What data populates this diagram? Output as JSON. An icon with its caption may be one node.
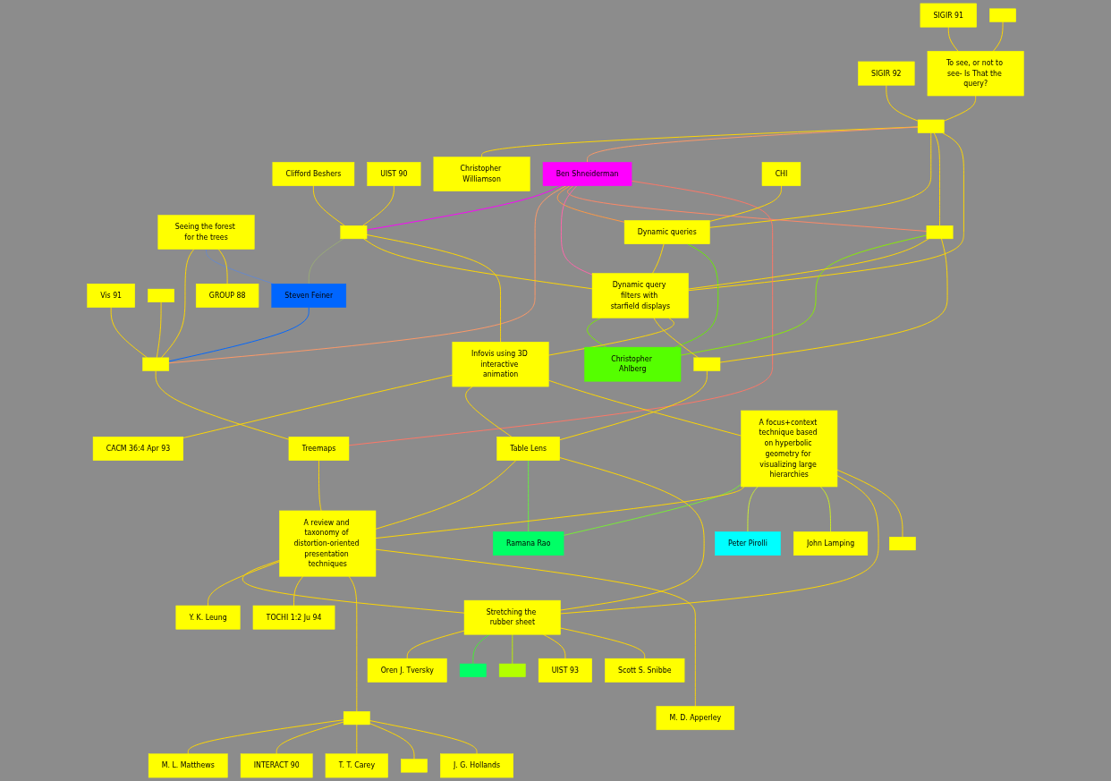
{
  "diagram": {
    "nodes": [
      {
        "text": [
          "Vis 91"
        ]
      },
      {
        "text": [],
        "shape": "box"
      },
      {
        "text": [
          "SIGIR 91"
        ]
      },
      {
        "text": [
          "Seeing the forest for the trees"
        ]
      },
      {
        "text": [
          "SIGIR 92"
        ]
      },
      {
        "text": [
          "Clifford Beshers"
        ]
      },
      {
        "text": [
          "GROUP 88"
        ]
      },
      {
        "text": [
          "UIST 90"
        ]
      },
      {
        "text": [
          "To see, or not to see- Is That the query?"
        ]
      },
      {
        "text": [],
        "shape": "box"
      },
      {
        "text": [
          "Steven Feiner"
        ]
      },
      {
        "text": [],
        "shape": "box"
      },
      {
        "text": [],
        "shape": "box"
      },
      {
        "text": [
          "Ben Shneiderman"
        ]
      },
      {
        "text": [],
        "shape": "box"
      },
      {
        "text": [
          "Christopher Williamson"
        ]
      },
      {
        "text": [
          "Treemaps"
        ]
      },
      {
        "text": [
          "M. L. Matthews"
        ]
      },
      {
        "text": [
          "Dynamic queries"
        ]
      },
      {
        "text": [
          "Dynamic query filters with starfield displays"
        ]
      },
      {
        "text": [
          "Y. K. Leung"
        ]
      },
      {
        "text": [],
        "shape": "box"
      },
      {
        "text": [
          "INTERACT 90"
        ]
      },
      {
        "text": [
          "CHI"
        ]
      },
      {
        "text": [
          "Christopher Ahlberg"
        ]
      },
      {
        "text": [
          "TOCHI 1:2 Ju 94"
        ]
      },
      {
        "text": [
          "T. T. Carey"
        ]
      },
      {
        "text": [],
        "shape": "box"
      },
      {
        "text": [
          "Infovis using 3D interactive animation"
        ]
      },
      {
        "text": [],
        "shape": "box"
      },
      {
        "text": [
          "A review and taxonomy of distortion-oriented presentation techniques"
        ]
      },
      {
        "text": [],
        "shape": "box"
      },
      {
        "text": [
          "M. D. Apperley"
        ]
      },
      {
        "text": [
          "J. G. Hollands"
        ]
      },
      {
        "text": [
          "Table Lens"
        ]
      },
      {
        "text": [
          "CACM 36:4 Apr 93"
        ]
      },
      {
        "text": [
          "A focus+context technique based on hyperbolic geometry for visualizing large hierarchies"
        ]
      },
      {
        "text": [
          "Peter Pirolli"
        ]
      },
      {
        "text": [
          "Ramana Rao"
        ]
      },
      {
        "text": [
          "John Lamping"
        ]
      },
      {
        "text": [
          "Stretching the rubber sheet"
        ]
      },
      {
        "text": [],
        "shape": "box"
      },
      {
        "text": [
          "Oren J. Tversky"
        ]
      },
      {
        "text": [
          "Scott S. Snibbe"
        ]
      },
      {
        "text": [],
        "shape": "box"
      },
      {
        "text": [
          "UIST 93"
        ]
      },
      {
        "text": [],
        "shape": "box"
      }
    ],
    "edges": [
      {
        "from": 2,
        "to": 8,
        "arrow": "none"
      },
      {
        "from": 9,
        "to": 8,
        "arrow": "none"
      },
      {
        "from": 8,
        "to": 12,
        "arrow": "none"
      },
      {
        "from": 4,
        "to": 12,
        "arrow": "none"
      },
      {
        "from": 12,
        "to": 15,
        "arrow": "none"
      },
      {
        "from": 12,
        "to": 13,
        "arrow": "none",
        "color": "#ff9966"
      },
      {
        "from": 12,
        "to": 18,
        "arrow": "none"
      },
      {
        "from": 12,
        "to": 21,
        "arrow": "none"
      },
      {
        "from": 12,
        "to": 19,
        "arrow": "none"
      },
      {
        "from": 13,
        "to": 14,
        "arrow": "none",
        "color": "#ff00ff"
      },
      {
        "from": 13,
        "to": 11,
        "arrow": "none",
        "color": "#ff9966"
      },
      {
        "from": 14,
        "to": 10,
        "arrow": "none",
        "color": "#99aa77"
      },
      {
        "from": 13,
        "to": 18,
        "arrow": "none",
        "color": "#ff9944"
      },
      {
        "from": 13,
        "to": 21,
        "arrow": "none",
        "color": "#ff8866"
      },
      {
        "from": 13,
        "to": 19,
        "arrow": "none",
        "color": "#ff66aa"
      },
      {
        "from": 13,
        "to": 16,
        "arrow": "none",
        "color": "#ff7766"
      },
      {
        "from": 5,
        "to": 14,
        "arrow": "none"
      },
      {
        "from": 7,
        "to": 14,
        "arrow": "none"
      },
      {
        "from": 14,
        "to": 19,
        "arrow": "none"
      },
      {
        "from": 14,
        "to": 28,
        "arrow": "none"
      },
      {
        "from": 1,
        "to": 11,
        "arrow": "none"
      },
      {
        "from": 0,
        "to": 11,
        "arrow": "none"
      },
      {
        "from": 3,
        "to": 11,
        "arrow": "none"
      },
      {
        "from": 3,
        "to": 10,
        "arrow": "none",
        "color": "#6688cc"
      },
      {
        "from": 10,
        "to": 11,
        "arrow": "none",
        "color": "#0066ff"
      },
      {
        "from": 3,
        "to": 6,
        "arrow": "none"
      },
      {
        "from": 11,
        "to": 16,
        "arrow": "none"
      },
      {
        "from": 16,
        "to": 30,
        "arrow": "none"
      },
      {
        "from": 18,
        "to": 19,
        "arrow": "none"
      },
      {
        "from": 23,
        "to": 18,
        "arrow": "none"
      },
      {
        "from": 18,
        "to": 24,
        "arrow": "none",
        "color": "#66ee00"
      },
      {
        "from": 21,
        "to": 24,
        "arrow": "none",
        "color": "#88ee00"
      },
      {
        "from": 19,
        "to": 24,
        "arrow": "none",
        "color": "#77ee00"
      },
      {
        "from": 21,
        "to": 19,
        "arrow": "none"
      },
      {
        "from": 21,
        "to": 29,
        "arrow": "none"
      },
      {
        "from": 19,
        "to": 29,
        "arrow": "none"
      },
      {
        "from": 19,
        "to": 28,
        "arrow": "none"
      },
      {
        "from": 28,
        "to": 35,
        "arrow": "none"
      },
      {
        "from": 28,
        "to": 34,
        "arrow": "none"
      },
      {
        "from": 28,
        "to": 36,
        "arrow": "none"
      },
      {
        "from": 29,
        "to": 34,
        "arrow": "none"
      },
      {
        "from": 34,
        "to": 30,
        "arrow": "none"
      },
      {
        "from": 34,
        "to": 38,
        "arrow": "none",
        "color": "#66ee44"
      },
      {
        "from": 34,
        "to": 40,
        "arrow": "none"
      },
      {
        "from": 36,
        "to": 38,
        "arrow": "none",
        "color": "#77ee33"
      },
      {
        "from": 36,
        "to": 30,
        "arrow": "none"
      },
      {
        "from": 36,
        "to": 37,
        "arrow": "none",
        "color": "#ccee33"
      },
      {
        "from": 36,
        "to": 39,
        "arrow": "none",
        "color": "#ccee22"
      },
      {
        "from": 36,
        "to": 40,
        "arrow": "none"
      },
      {
        "from": 36,
        "to": 41,
        "arrow": "none"
      },
      {
        "from": 30,
        "to": 40,
        "arrow": "none"
      },
      {
        "from": 30,
        "to": 20,
        "arrow": "none"
      },
      {
        "from": 30,
        "to": 25,
        "arrow": "none"
      },
      {
        "from": 30,
        "to": 27,
        "arrow": "none"
      },
      {
        "from": 30,
        "to": 32,
        "arrow": "none"
      },
      {
        "from": 27,
        "to": 17,
        "arrow": "none"
      },
      {
        "from": 27,
        "to": 22,
        "arrow": "none"
      },
      {
        "from": 27,
        "to": 26,
        "arrow": "none"
      },
      {
        "from": 27,
        "to": 31,
        "arrow": "none"
      },
      {
        "from": 27,
        "to": 33,
        "arrow": "none"
      },
      {
        "from": 40,
        "to": 42,
        "arrow": "none"
      },
      {
        "from": 40,
        "to": 44,
        "arrow": "none",
        "color": "#44ee33"
      },
      {
        "from": 40,
        "to": 46,
        "arrow": "none",
        "color": "#bbee00"
      },
      {
        "from": 40,
        "to": 45,
        "arrow": "none"
      },
      {
        "from": 40,
        "to": 43,
        "arrow": "none"
      }
    ]
  }
}
